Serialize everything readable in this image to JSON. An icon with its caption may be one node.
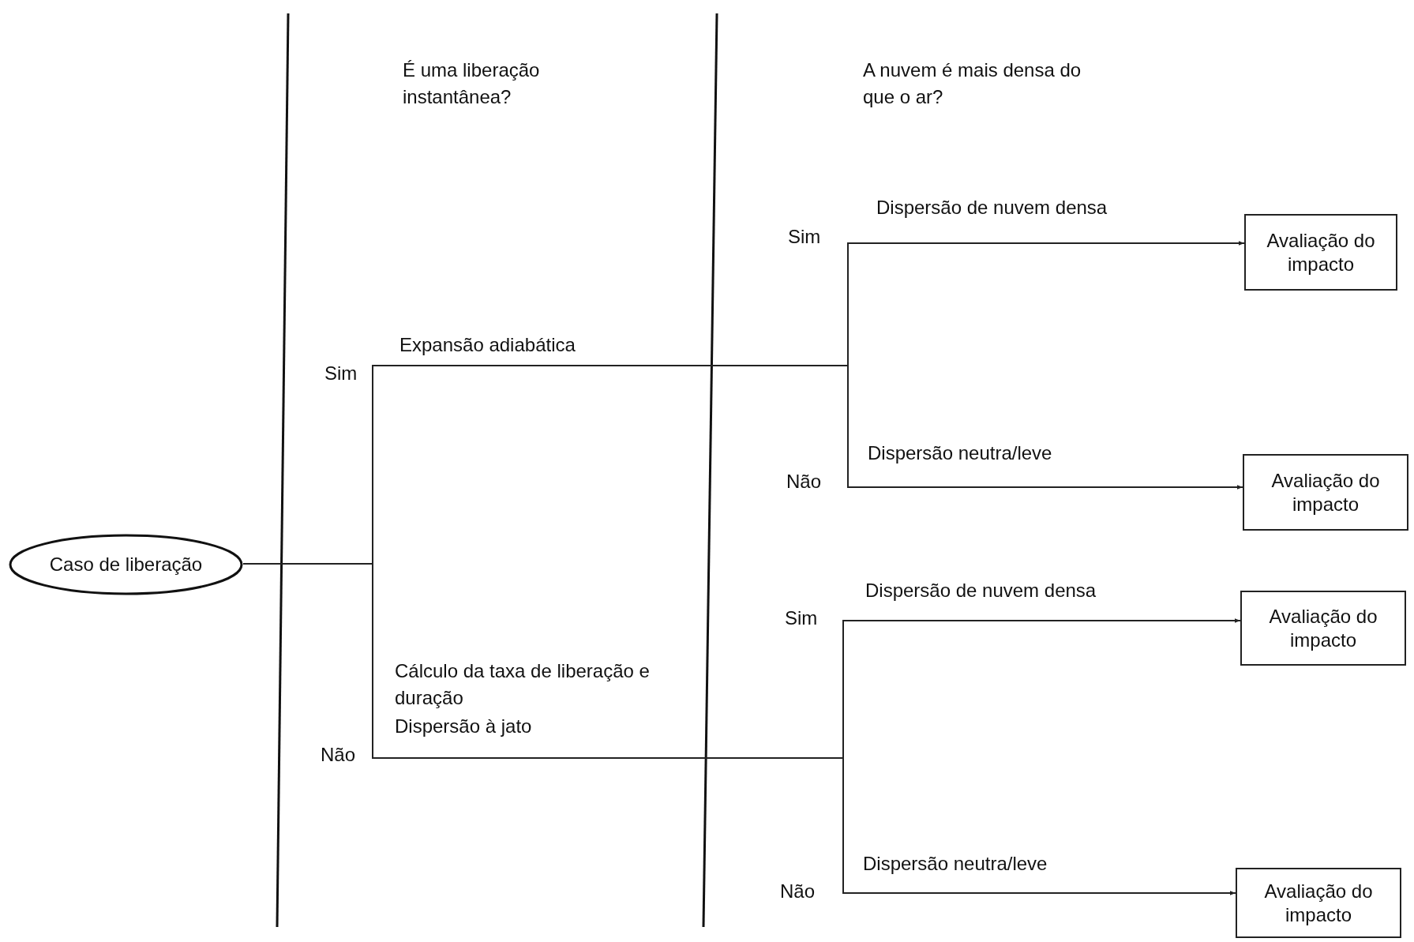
{
  "diagram": {
    "nodes": [
      {
        "text": [
          "Caso de liberação"
        ]
      },
      {
        "text": [
          "Avaliação do impacto"
        ]
      },
      {
        "text": [
          "Avaliação do impacto"
        ]
      },
      {
        "text": [
          "Avaliação do impacto"
        ]
      },
      {
        "text": [
          "Avaliação do impacto"
        ]
      }
    ],
    "edges": [
      {
        "from": 0,
        "to": 1,
        "arrow": "to"
      },
      {
        "from": 0,
        "to": 2,
        "arrow": "to"
      },
      {
        "from": 0,
        "to": 3,
        "arrow": "to"
      },
      {
        "from": 0,
        "to": 4,
        "arrow": "to"
      }
    ],
    "labels": [
      "É uma liberação instantânea?",
      "A nuvem é mais densa do que o ar?",
      "Dispersão de nuvem densa",
      "Sim",
      "Expansão adiabática",
      "Sim",
      "Dispersão neutra/leve",
      "Não",
      "Dispersão de nuvem densa",
      "Sim",
      "Cálculo da taxa de liberação e duração",
      "Dispersão à jato",
      "Não",
      "Dispersão neutra/leve",
      "Não"
    ]
  }
}
